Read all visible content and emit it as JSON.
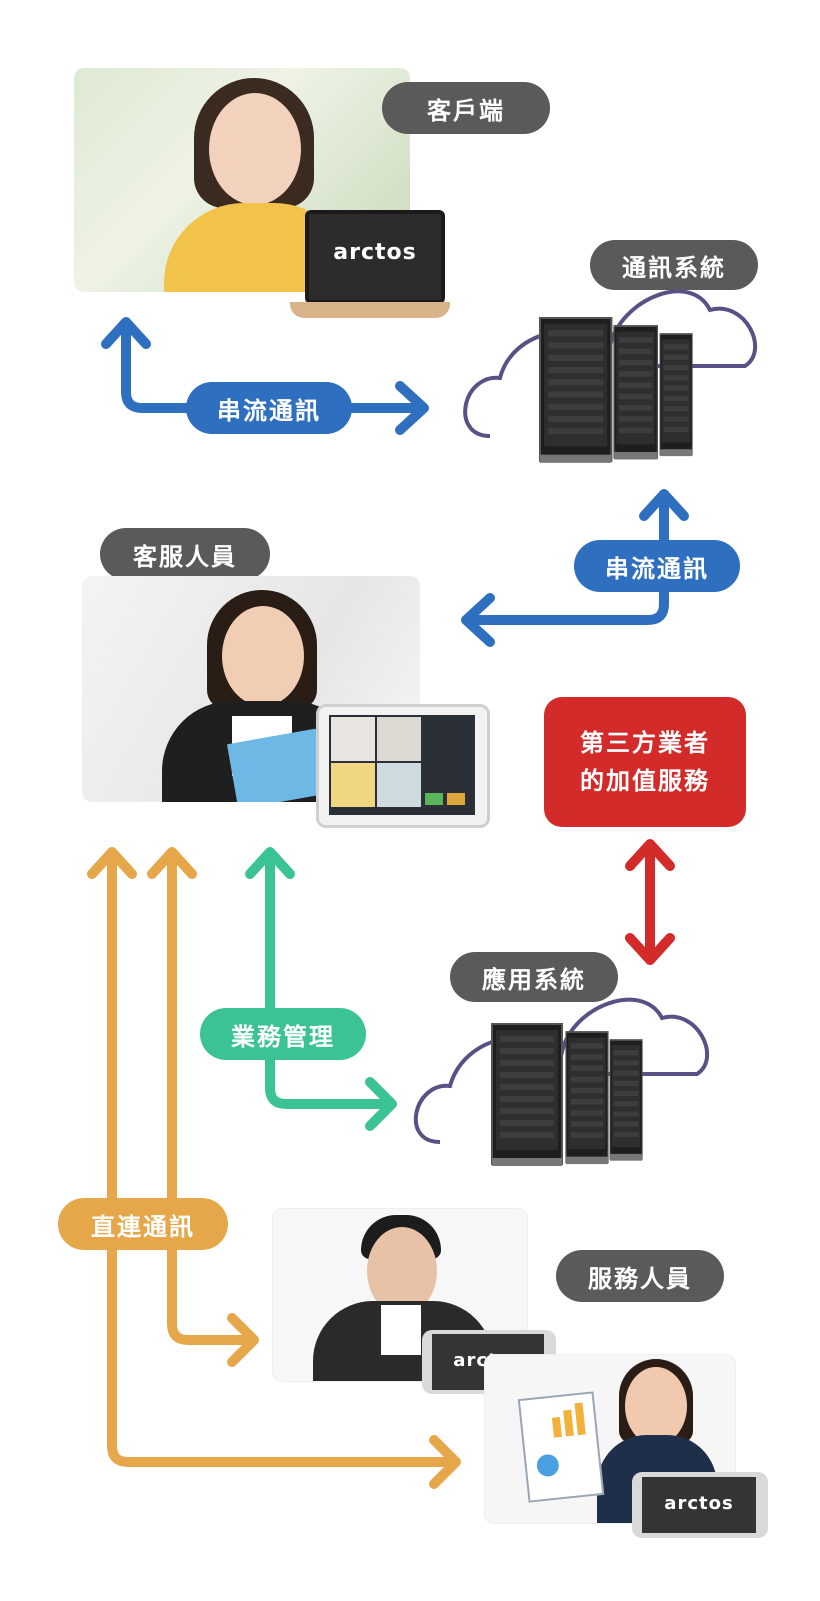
{
  "labels": {
    "client": "客戶端",
    "comm_system": "通訊系統",
    "stream_comm_top": "串流通訊",
    "stream_comm_right": "串流通訊",
    "cs_staff": "客服人員",
    "third_party_line1": "第三方業者",
    "third_party_line2": "的加值服務",
    "app_system": "應用系統",
    "business_mgmt": "業務管理",
    "direct_comm": "直連通訊",
    "service_staff": "服務人員"
  },
  "logos": {
    "laptop": "arctos",
    "phone1": "arctos",
    "phone2": "arctos"
  },
  "colors": {
    "blue": "#2f6fc0",
    "green": "#3cc394",
    "orange": "#e6a64a",
    "red": "#d32a2a",
    "gray_pill": "#5a5a5a",
    "cloud": "#5b4f86"
  }
}
